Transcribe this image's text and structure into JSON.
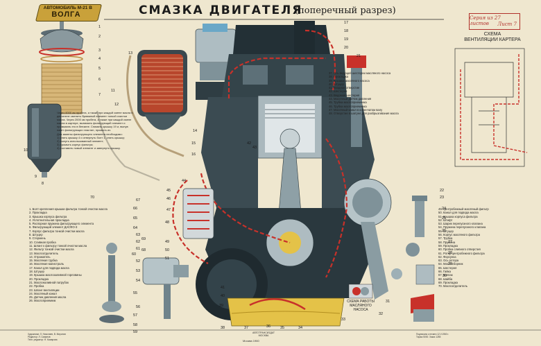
{
  "title": "СМАЗКА ДВИГАТЕЛЯ",
  "subtitle": "(поперечный разрез)",
  "logo": {
    "line1": "АВТОМОБИЛЬ М-21 В",
    "line2": "ВОЛГА"
  },
  "stamp": {
    "line1": "Серия из 27 листов",
    "line2": "Лист 7"
  },
  "schema_label": {
    "line1": "СХЕМА",
    "line2": "ВЕНТИЛЯЦИИ КАРТЕРА"
  },
  "oil_pump_schema_label": {
    "line1": "СХЕМА РАБОТЫ",
    "line2": "МАСЛЯНОГО",
    "line3": "НАСОСА"
  },
  "notes": [
    "Через 6000 км пробега, а также при каждой смене масла в двигателе сменить бумажный элемент тонкой очистки масла. Через 2000 км пробега, а также при каждой смене масла в картере, вынимать фильтрующий элемент и промывать его в бензине. Снимать крышку 19 и, вынув пакет фильтрующих пластин, промыть их.",
    "Для замены фильтрующего элемента необходимо:",
    "1) снять крышку 4 и отвернуть болт 1, снять крышку;",
    "2) вынуть использованный элемент;",
    "3) промыть корпус фильтра;",
    "4) поставить новый элемент и завернуть крышку."
  ],
  "legend_left": [
    "1. Болт крепления крышки фильтра тонкой очистки масла",
    "2. Прокладка",
    "3. Крышка корпуса фильтра",
    "4. Уплотнительная прокладка",
    "5. Распорная пружина фильтрующего элемента",
    "6. Фильтрующий элемент ДАСФО-3",
    "7. Корпус фильтра тонкой очистки масла",
    "8. Штуцер",
    "9. Стержень",
    "10. Сливная пробка",
    "11. Шланг к фильтру тонкой очистки масла",
    "12. Фильтр тонкой очистки масла",
    "13. Маслоотделитель",
    "14. Отражатель",
    "15. Масляная трубка",
    "16. Масляная магистраль",
    "17. Канал для подвода масла",
    "18. Штуцер",
    "19. Крышка маслозаливной горловины",
    "20. Прокладка",
    "21. Маслоналивной патрубок",
    "22. Пробка",
    "23. Шланг вентиляции",
    "24. Масляный канал",
    "25. Датчик давления масла",
    "26. Маслоприемник"
  ],
  "legend_mid": [
    "37. Ось ведущей шестерни масляного насоса",
    "38. Прокладка",
    "39. Крышка масляного насоса",
    "40. Штуцер",
    "41. Входное отверстие",
    "42. Шестерня",
    "43. Ведомая шестерня",
    "44. Масляный датчик давления",
    "45. Трубка маслоприемника",
    "46. Трубка маслоприемника",
    "47. Масляный канал в коленчатом валу",
    "48. Отверстие в шатуне для разбрызгивания масла"
  ],
  "legend_right": [
    "49. Центробежный масляный фильтр",
    "50. Канал для подвода масла",
    "51. Крышка корпуса фильтра",
    "52. Штифт",
    "53. Шарик перепускного клапана",
    "54. Пружина перепускного клапана",
    "55. Штуцер",
    "56. Корпус масляного фильтра",
    "57. Трубка",
    "58. Пружина",
    "59. Прокладка",
    "60. Пробка сливного отверстия",
    "61. Ротор центробежного фильтра",
    "62. Форсунка",
    "63. Ось ротора",
    "64. Маслосборник",
    "65. Шестерня",
    "66. Гайка",
    "67. Колпак",
    "68. Шайба",
    "69. Прокладка",
    "70. Маслоотделитель"
  ],
  "imprint": {
    "line1": "АВТОТРАНСИЗДАТ",
    "line2": "МОСКВА",
    "date": "Москва 1960"
  },
  "footer_left": "Художники: Л. Николаев, В. Миронов\nРедактор: Л. Смирнов\nТехн. редактор: Н. Комарова",
  "footer_right": "Подписано к печати 12.V.1960 г.\nТираж 5000. Заказ 1285",
  "part_numbers": [
    "1",
    "2",
    "3",
    "4",
    "5",
    "6",
    "7",
    "8",
    "9",
    "10",
    "11",
    "12",
    "13",
    "14",
    "15",
    "16",
    "17",
    "18",
    "19",
    "20",
    "21",
    "22",
    "23",
    "24",
    "25",
    "26",
    "27",
    "28",
    "29",
    "30",
    "31",
    "32",
    "33",
    "34",
    "35",
    "36",
    "37",
    "38",
    "39",
    "40",
    "41",
    "42",
    "43",
    "44",
    "45",
    "46",
    "47",
    "48",
    "49",
    "50",
    "51",
    "52",
    "53",
    "54",
    "55",
    "56",
    "57",
    "58",
    "59",
    "60",
    "61",
    "62",
    "63",
    "64",
    "65",
    "66",
    "67",
    "68",
    "69",
    "70"
  ],
  "colors": {
    "paper": "#efe7cf",
    "oil": "#c8312a",
    "metal_dark": "#2c3a40",
    "metal_mid": "#6f838b",
    "metal_light": "#b6c4c8",
    "oil_yellow": "#e4c248",
    "accent_blue": "#6aa7c7"
  }
}
